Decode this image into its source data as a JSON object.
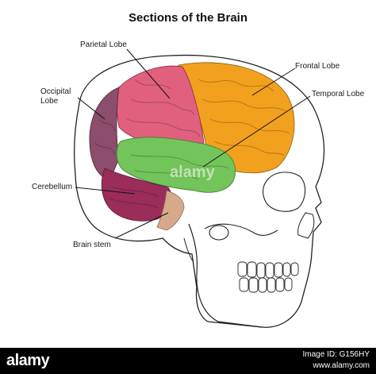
{
  "title": "Sections of the Brain",
  "labels": {
    "parietal": "Parietal Lobe",
    "frontal": "Frontal Lobe",
    "occipital_line1": "Occipital",
    "occipital_line2": "Lobe",
    "temporal": "Temporal Lobe",
    "cerebellum": "Cerebellum",
    "brain_stem": "Brain stem"
  },
  "colors": {
    "frontal": "#f2a11f",
    "parietal": "#e0607e",
    "occipital": "#8d4d6c",
    "temporal": "#73c45a",
    "cerebellum": "#9b2d5a",
    "brain_stem": "#d6a98a",
    "skull_outline": "#222222"
  },
  "watermark": "alamy",
  "footer": {
    "brand": "alamy",
    "image_id": "Image ID: G156HY",
    "url": "www.alamy.com"
  }
}
